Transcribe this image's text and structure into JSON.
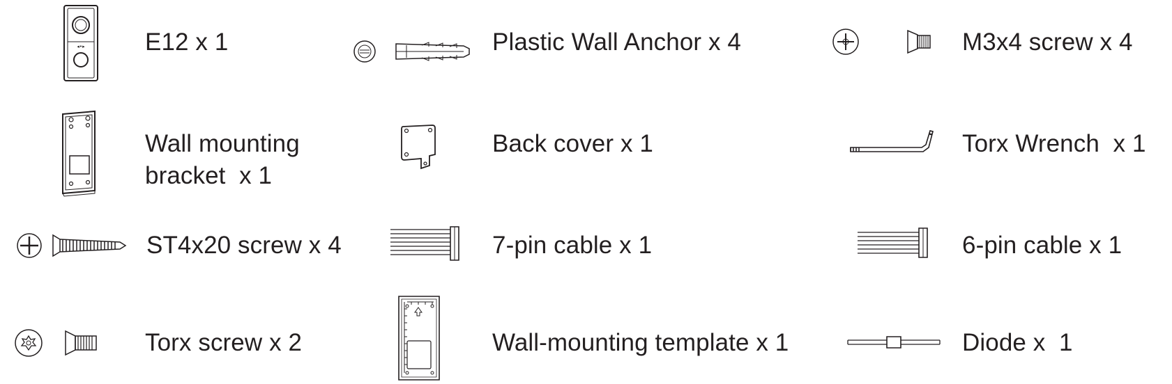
{
  "packing_list": {
    "items": [
      {
        "id": "e12",
        "label": "E12 x 1",
        "icon": "intercom-device-icon"
      },
      {
        "id": "wall-anchor",
        "label": "Plastic Wall Anchor x 4",
        "icon": "wall-anchor-icon"
      },
      {
        "id": "m3x4-screw",
        "label": "M3x4 screw x 4",
        "icon": "m3x4-screw-icon"
      },
      {
        "id": "bracket",
        "label": "Wall mounting\nbracket  x 1",
        "icon": "mounting-bracket-icon"
      },
      {
        "id": "back-cover",
        "label": "Back cover x 1",
        "icon": "back-cover-icon"
      },
      {
        "id": "torx-wrench",
        "label": "Torx Wrench  x 1",
        "icon": "torx-wrench-icon"
      },
      {
        "id": "st4x20-screw",
        "label": "ST4x20 screw x 4",
        "icon": "st4x20-screw-icon"
      },
      {
        "id": "cable-7pin",
        "label": "7-pin cable x 1",
        "icon": "seven-pin-cable-icon"
      },
      {
        "id": "cable-6pin",
        "label": "6-pin cable x 1",
        "icon": "six-pin-cable-icon"
      },
      {
        "id": "torx-screw",
        "label": "Torx screw x 2",
        "icon": "torx-screw-icon"
      },
      {
        "id": "template",
        "label": "Wall-mounting template x 1",
        "icon": "mounting-template-icon"
      },
      {
        "id": "diode",
        "label": "Diode x  1",
        "icon": "diode-icon"
      }
    ]
  },
  "colors": {
    "line": "#231f20",
    "background": "#ffffff"
  }
}
